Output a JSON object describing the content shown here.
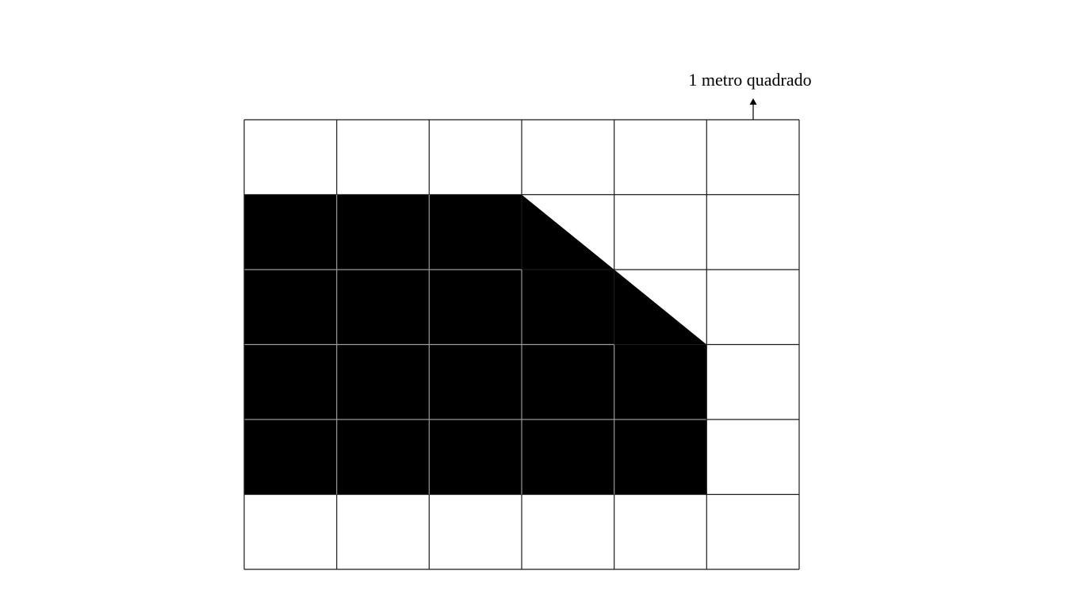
{
  "unit_label": "1 metro quadrado",
  "grid": {
    "columns": 6,
    "rows": 6,
    "cell_fill_rows": [
      [
        0,
        0,
        0,
        0,
        0,
        0
      ],
      [
        1,
        1,
        1,
        "upper-right-white",
        0,
        0
      ],
      [
        1,
        1,
        1,
        1,
        "upper-right-white",
        0
      ],
      [
        1,
        1,
        1,
        1,
        1,
        0
      ],
      [
        1,
        1,
        1,
        1,
        1,
        0
      ],
      [
        0,
        0,
        0,
        0,
        0,
        0
      ]
    ],
    "colors": {
      "shaded": "#000000",
      "background": "#ffffff",
      "outer_lines": "#1a1a1a",
      "inner_lines_over_shade": "#9a9a9a"
    }
  }
}
